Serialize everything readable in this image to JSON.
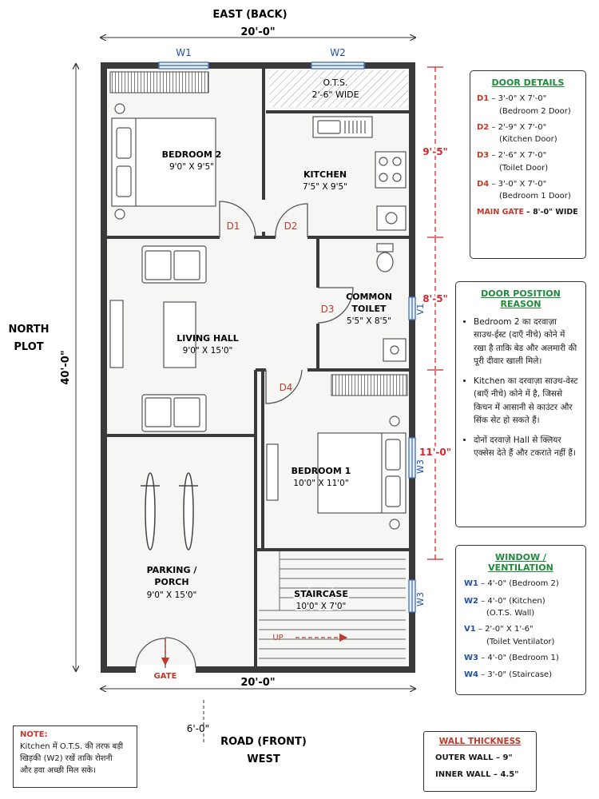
{
  "top_label": "EAST (BACK)",
  "bottom_label_1": "ROAD (FRONT)",
  "bottom_label_2": "WEST",
  "left_label_1": "NORTH",
  "left_label_2": "PLOT",
  "dims": {
    "top_width": "20'-0\"",
    "bottom_width": "20'-0\"",
    "left_depth": "40'-0\"",
    "road_gap": "6'-0\"",
    "right_1": "9'-5\"",
    "right_2": "8'-5\"",
    "right_3": "11'-0\""
  },
  "rooms": {
    "bedroom2": {
      "name": "BEDROOM 2",
      "size": "9'0\" X 9'5\""
    },
    "kitchen": {
      "name": "KITCHEN",
      "size": "7'5\" X 9'5\""
    },
    "ots": {
      "name": "O.T.S.",
      "size": "2'-6\" WIDE"
    },
    "living": {
      "name": "LIVING HALL",
      "size": "9'0\" X 15'0\""
    },
    "toilet": {
      "name1": "COMMON",
      "name2": "TOILET",
      "size": "5'5\" X 8'5\""
    },
    "bedroom1": {
      "name": "BEDROOM 1",
      "size": "10'0\" X 11'0\""
    },
    "parking": {
      "name1": "PARKING /",
      "name2": "PORCH",
      "size": "9'0\" X 15'0\""
    },
    "staircase": {
      "name": "STAIRCASE",
      "size": "10'0\" X 7'0\""
    }
  },
  "plan_labels": {
    "w1": "W1",
    "w2": "W2",
    "v1": "V1",
    "w3a": "W3",
    "w3b": "W3",
    "d1": "D1",
    "d2": "D2",
    "d3": "D3",
    "d4": "D4",
    "up": "UP",
    "gate": "GATE"
  },
  "door_details": {
    "title": "DOOR DETAILS",
    "items": [
      {
        "code": "D1",
        "text": "– 3'-0\" X 7'-0\"",
        "sub": "(Bedroom 2 Door)"
      },
      {
        "code": "D2",
        "text": "– 2'-9\" X 7'-0\"",
        "sub": "(Kitchen Door)"
      },
      {
        "code": "D3",
        "text": "– 2'-6\" X 7'-0\"",
        "sub": "(Toilet Door)"
      },
      {
        "code": "D4",
        "text": "– 3'-0\" X 7'-0\"",
        "sub": "(Bedroom 1 Door)"
      }
    ],
    "main_gate_code": "MAIN GATE",
    "main_gate_text": "– 8'-0\" WIDE"
  },
  "door_reason": {
    "title": "DOOR POSITION REASON",
    "items": [
      "Bedroom 2 का दरवाज़ा साउथ-ईस्ट (दाएँ नीचे) कोने में रखा है ताकि बेड और अलमारी की पूरी दीवार खाली मिले।",
      "Kitchen का दरवाज़ा साउथ-वेस्ट (बाएँ नीचे) कोने में है, जिससे किचन में आसानी से काउंटर और सिंक सेट हो सकते हैं।",
      "दोनों दरवाज़े Hall से क्लियर एक्सेस देते हैं और टकराते नहीं हैं।"
    ]
  },
  "windows": {
    "title": "WINDOW / VENTILATION",
    "items": [
      {
        "code": "W1",
        "text": "– 4'-0\" (Bedroom 2)",
        "sub": ""
      },
      {
        "code": "W2",
        "text": "– 4'-0\" (Kitchen)",
        "sub": "(O.T.S. Wall)"
      },
      {
        "code": "V1",
        "text": "– 2'-0\" X 1'-6\"",
        "sub": "(Toilet Ventilator)"
      },
      {
        "code": "W3",
        "text": "– 4'-0\" (Bedroom 1)",
        "sub": ""
      },
      {
        "code": "W4",
        "text": "– 3'-0\" (Staircase)",
        "sub": ""
      }
    ]
  },
  "note": {
    "title": "NOTE:",
    "line1": "Kitchen में O.T.S. की तरफ बड़ी",
    "line2": "खिड़की (W2) रखें ताकि रोशनी",
    "line3": "और हवा अच्छी मिल सके।"
  },
  "wall_thickness": {
    "title": "WALL THICKNESS",
    "outer": "OUTER WALL – 9\"",
    "inner": "INNER WALL – 4.5\""
  },
  "colors": {
    "door_red": "#c0392b",
    "window_blue": "#1f4fa8",
    "header_green": "#1e8a3a",
    "dim_red": "#d0282e",
    "wall": "#3a3a3a"
  }
}
